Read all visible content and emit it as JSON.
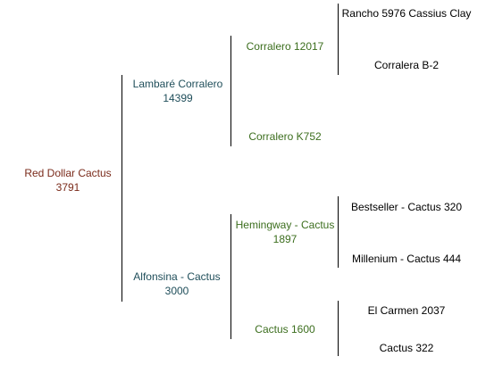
{
  "pedigree": {
    "root": {
      "name": "Red Dollar Cactus 3791",
      "color": "#7a2a1a"
    },
    "sire": {
      "name": "Lambaré Corralero 14399",
      "color": "#1f4e5a"
    },
    "dam": {
      "name": "Alfonsina - Cactus 3000",
      "color": "#1f4e5a"
    },
    "sire_sire": {
      "name": "Corralero 12017",
      "color": "#3c6e1e"
    },
    "sire_dam": {
      "name": "Corralero K752",
      "color": "#3c6e1e"
    },
    "dam_sire": {
      "name": "Hemingway - Cactus 1897",
      "color": "#3c6e1e"
    },
    "dam_dam": {
      "name": "Cactus 1600",
      "color": "#3c6e1e"
    },
    "sire_sire_sire": {
      "name": "Rancho 5976 Cassius Clay",
      "color": "#000000"
    },
    "sire_sire_dam": {
      "name": "Corralera B-2",
      "color": "#000000"
    },
    "dam_sire_sire": {
      "name": "Bestseller - Cactus 320",
      "color": "#000000"
    },
    "dam_sire_dam": {
      "name": "Millenium - Cactus 444",
      "color": "#000000"
    },
    "dam_dam_sire": {
      "name": "El Carmen 2037",
      "color": "#000000"
    },
    "dam_dam_dam": {
      "name": "Cactus 322",
      "color": "#000000"
    }
  }
}
